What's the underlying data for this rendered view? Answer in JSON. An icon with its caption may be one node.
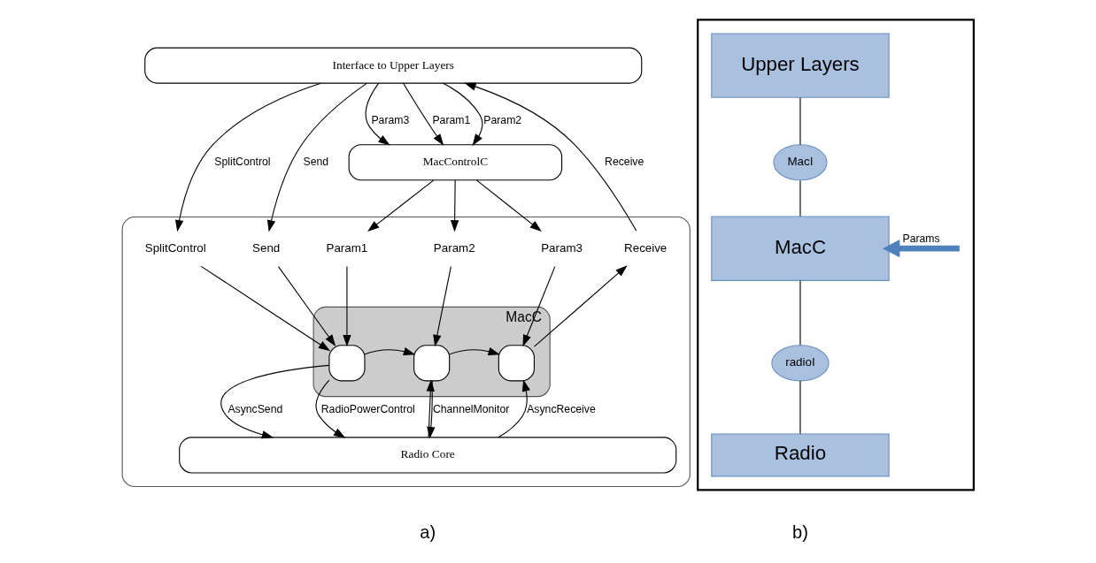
{
  "diagram": {
    "nodes": [
      {
        "text": [
          "Interface to Upper Layers"
        ]
      },
      {
        "text": [
          "MacControlC"
        ]
      },
      {
        "text": [],
        "shape": "box"
      },
      {
        "text": [
          "Send"
        ],
        "in": 2
      },
      {
        "text": [
          "Receive"
        ],
        "in": 2
      },
      {
        "text": [
          "SplitControl"
        ],
        "in": 2
      },
      {
        "text": [
          "Param1"
        ],
        "in": 2
      },
      {
        "text": [
          "Param2"
        ],
        "in": 2
      },
      {
        "text": [
          "Param3"
        ],
        "in": 2
      },
      {
        "text": [
          "MacC"
        ],
        "in": 2
      },
      {
        "text": [],
        "shape": "box",
        "in": 9
      },
      {
        "text": [],
        "shape": "box",
        "in": 9
      },
      {
        "text": [],
        "shape": "box",
        "in": 9
      },
      {
        "text": [
          "Radio Core"
        ],
        "in": 2
      },
      {
        "text": [],
        "shape": "box"
      },
      {
        "text": [
          "Upper Layers"
        ],
        "in": 14
      },
      {
        "text": [
          "MacI"
        ],
        "in": 14
      },
      {
        "text": [
          "MacC"
        ],
        "in": 14
      },
      {
        "text": [
          "radioI"
        ],
        "in": 14
      },
      {
        "text": [
          "Radio"
        ],
        "in": 14
      }
    ],
    "edges": [
      {
        "from": 0,
        "to": 3,
        "arrow": "to",
        "label": "Send"
      },
      {
        "from": 3,
        "to": 10,
        "arrow": "to"
      },
      {
        "from": 12,
        "to": 4,
        "arrow": "to"
      },
      {
        "from": 4,
        "to": 0,
        "arrow": "to",
        "label": "Receive"
      },
      {
        "from": 0,
        "to": 5,
        "arrow": "to",
        "label": "SplitControl"
      },
      {
        "from": 5,
        "to": 10,
        "arrow": "to"
      },
      {
        "from": 0,
        "to": 1,
        "arrow": "to",
        "label": "Param1"
      },
      {
        "from": 0,
        "to": 1,
        "arrow": "to",
        "label": "Param2"
      },
      {
        "from": 0,
        "to": 1,
        "arrow": "to",
        "label": "Param3"
      },
      {
        "from": 1,
        "to": 6,
        "arrow": "to"
      },
      {
        "from": 1,
        "to": 7,
        "arrow": "to"
      },
      {
        "from": 1,
        "to": 8,
        "arrow": "to"
      },
      {
        "from": 6,
        "to": 10,
        "arrow": "to"
      },
      {
        "from": 7,
        "to": 11,
        "arrow": "to"
      },
      {
        "from": 8,
        "to": 12,
        "arrow": "to"
      },
      {
        "from": 10,
        "to": 11,
        "arrow": "to"
      },
      {
        "from": 11,
        "to": 12,
        "arrow": "to"
      },
      {
        "from": 10,
        "to": 13,
        "arrow": "to",
        "label": "AsyncSend"
      },
      {
        "from": 10,
        "to": 13,
        "arrow": "to",
        "label": "RadioPowerControl"
      },
      {
        "from": 11,
        "to": 13,
        "arrow": "to",
        "label": "ChannelMonitor"
      },
      {
        "from": 13,
        "to": 12,
        "arrow": "to",
        "label": "AsyncReceive"
      },
      {
        "from": 13,
        "to": 11,
        "arrow": "to"
      },
      {
        "from": 15,
        "to": 16,
        "arrow": "none"
      },
      {
        "from": 16,
        "to": 17,
        "arrow": "none"
      },
      {
        "from": 17,
        "to": 18,
        "arrow": "none"
      },
      {
        "from": 18,
        "to": 19,
        "arrow": "none"
      },
      {
        "from": null,
        "to": 17,
        "arrow": "to",
        "label": "Params",
        "style": "thick",
        "color": "#4f81bd"
      }
    ],
    "labels": [
      "a)",
      "b)"
    ]
  }
}
